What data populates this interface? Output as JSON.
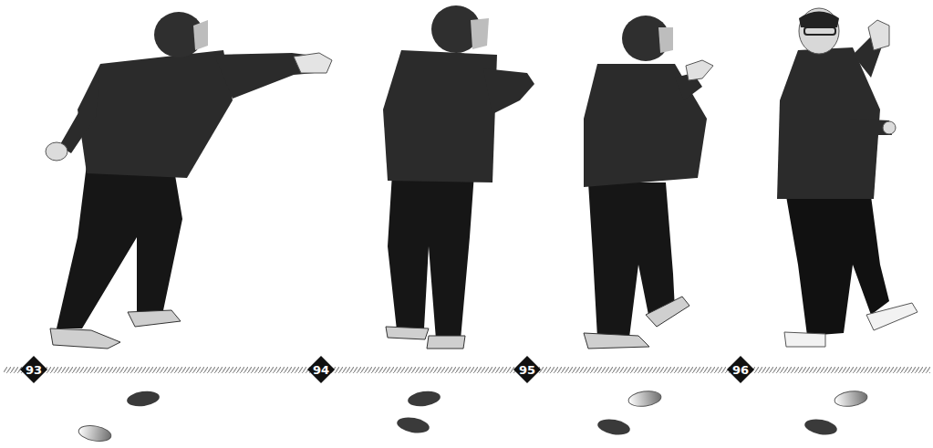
{
  "diagram": {
    "nodes": [
      {
        "text": [
          "93"
        ]
      },
      {
        "text": [
          "94"
        ]
      },
      {
        "text": [
          "95"
        ]
      },
      {
        "text": [
          "96"
        ]
      }
    ]
  }
}
